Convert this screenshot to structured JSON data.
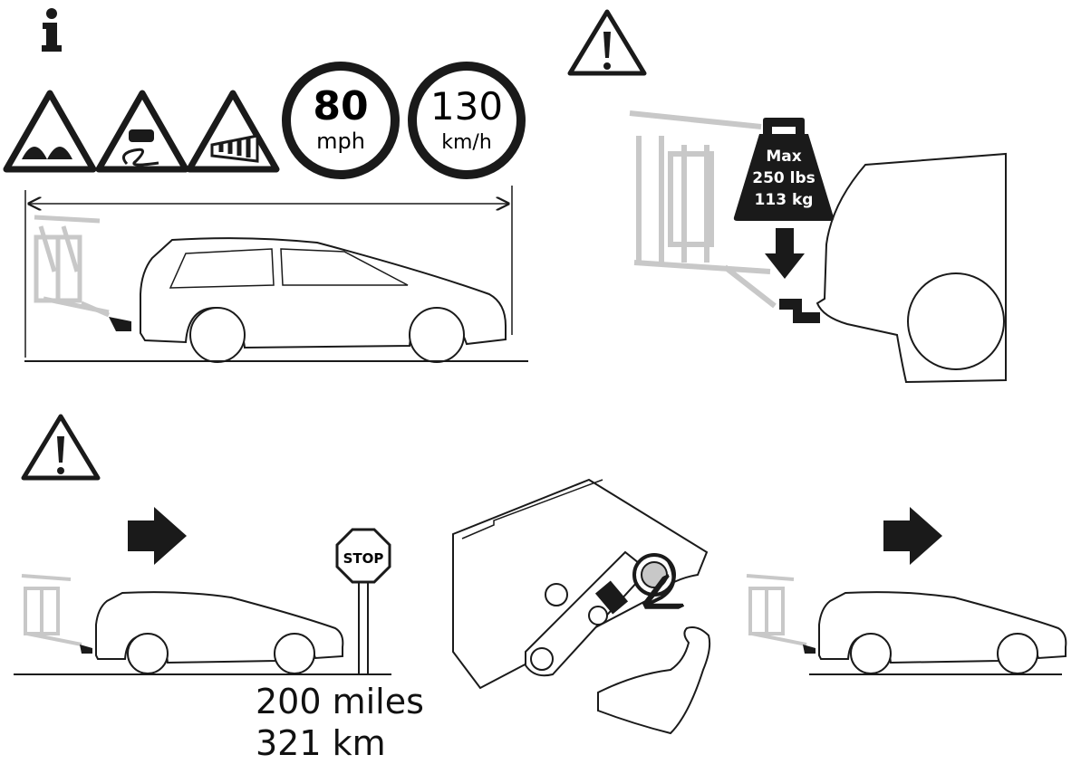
{
  "speed_signs": [
    {
      "value": "80",
      "unit": "mph"
    },
    {
      "value": "130",
      "unit": "km/h"
    }
  ],
  "weight": {
    "line1": "Max",
    "line2": "250 lbs",
    "line3": "113 kg"
  },
  "stop_sign": {
    "text": "STOP"
  },
  "distance": {
    "miles": "200 miles",
    "km": "321 km"
  },
  "icons": [
    "info-icon",
    "bumpy-road-icon",
    "slippery-road-icon",
    "crosswind-icon",
    "warning-icon"
  ],
  "colors": {
    "ink": "#1a1a1a",
    "ghost": "#c8c8c8",
    "paper": "#ffffff"
  }
}
